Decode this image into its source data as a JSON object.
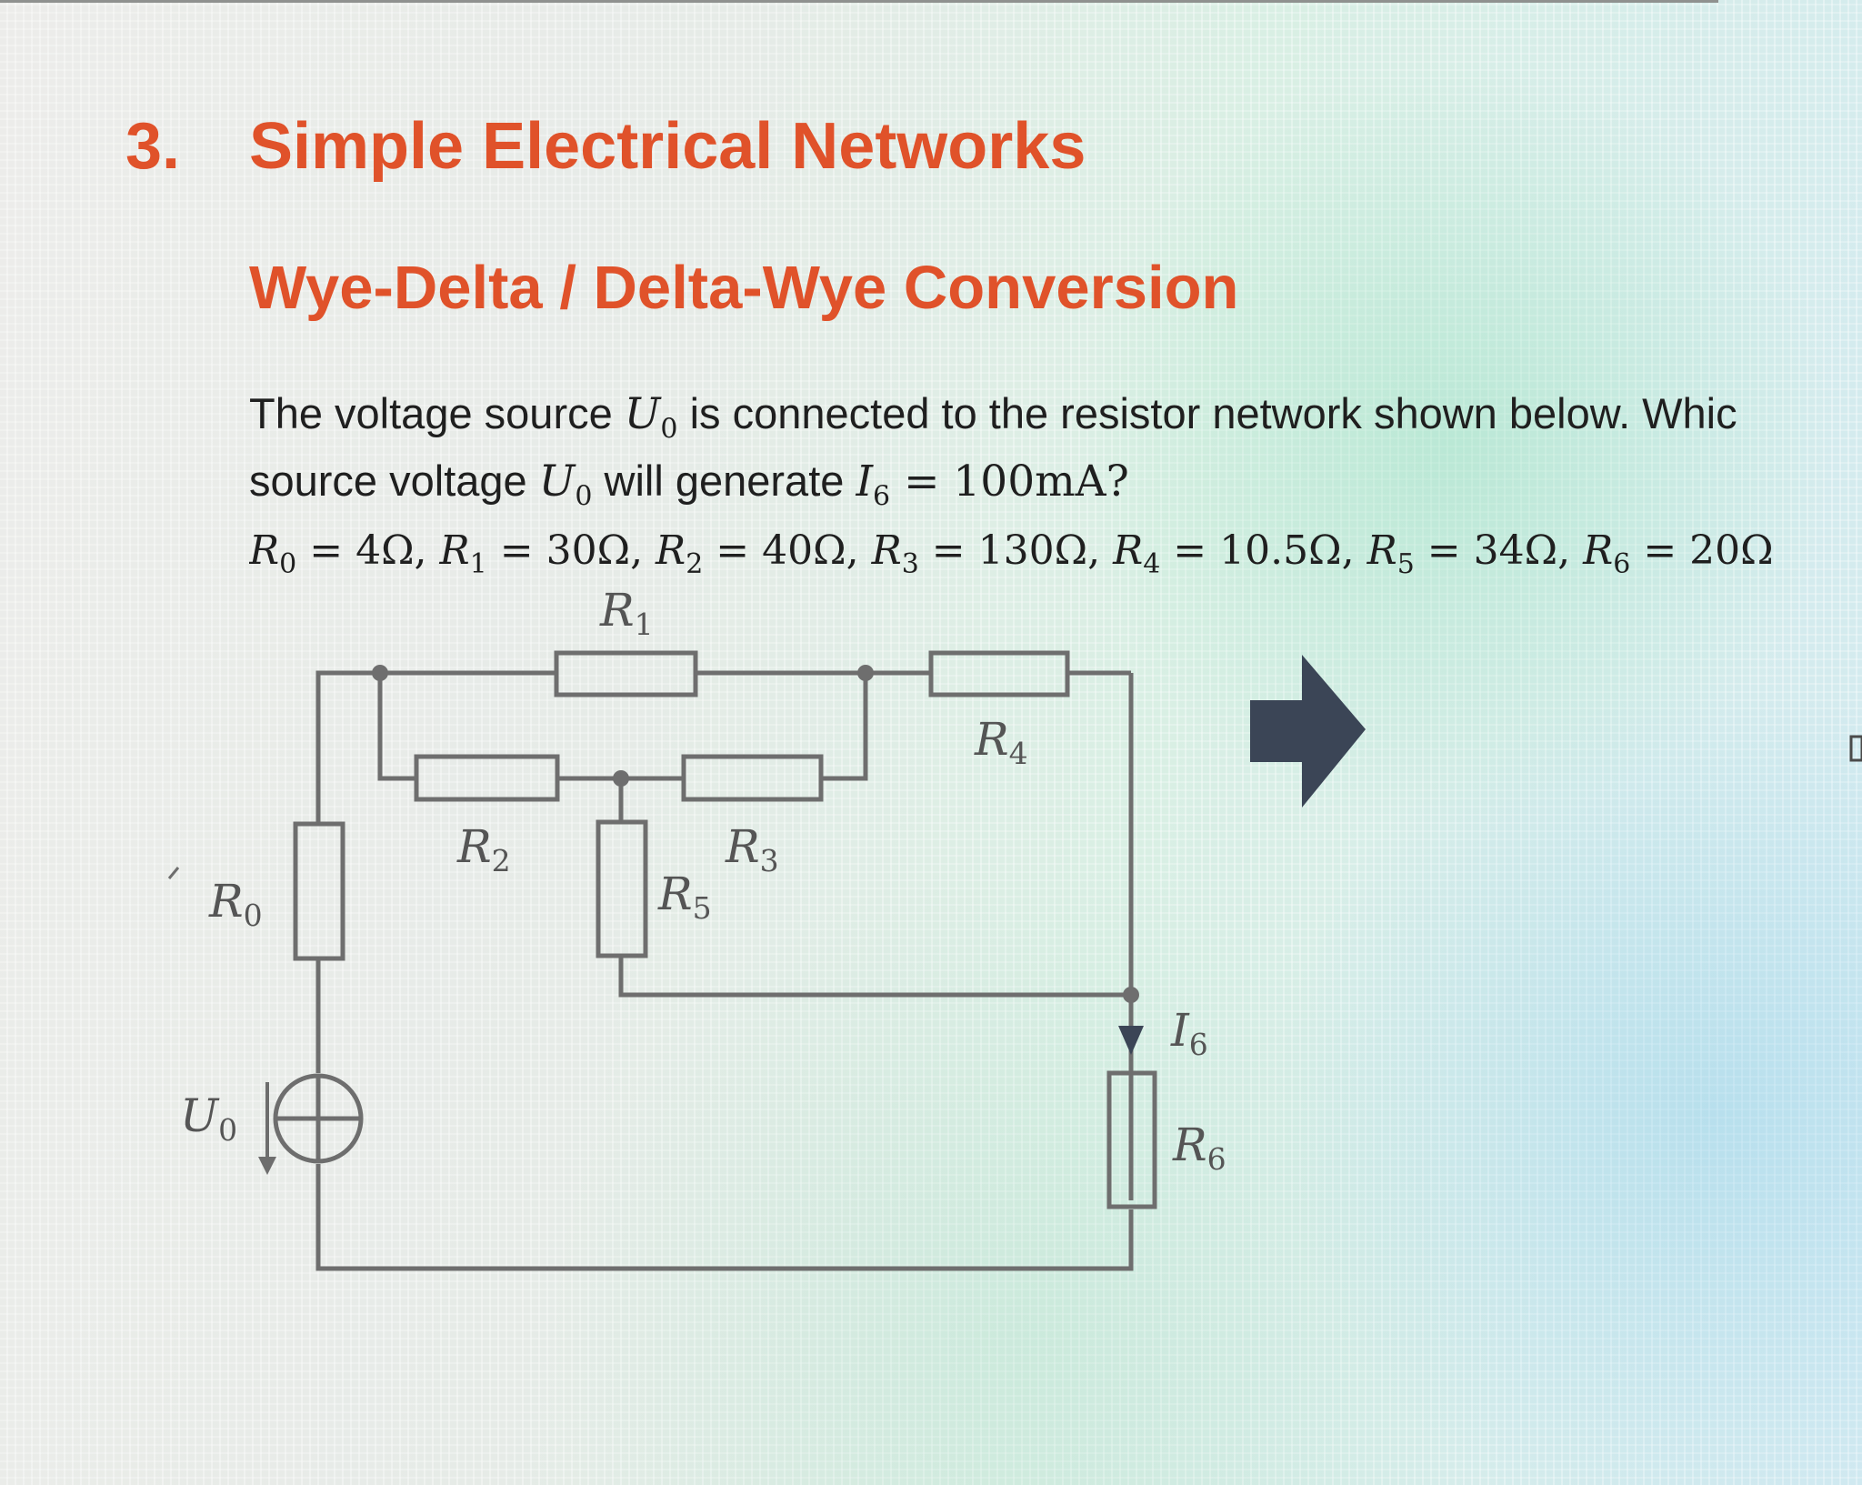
{
  "section": {
    "number": "3.",
    "title": "Simple Electrical Networks"
  },
  "subtitle": "Wye-Delta / Delta-Wye Conversion",
  "problem": {
    "line1_a": "The voltage source ",
    "line1_var": "U",
    "line1_var_sub": "0",
    "line1_b": " is connected to the resistor network shown below. Whic",
    "line2_a": "source voltage ",
    "line2_var": "U",
    "line2_var_sub": "0",
    "line2_b": " will generate ",
    "line2_current": "I",
    "line2_current_sub": "6",
    "line2_c": " = 100mA?",
    "given": [
      {
        "sym": "R",
        "sub": "0",
        "val": " = 4Ω, "
      },
      {
        "sym": "R",
        "sub": "1",
        "val": " = 30Ω, "
      },
      {
        "sym": "R",
        "sub": "2",
        "val": " = 40Ω, "
      },
      {
        "sym": "R",
        "sub": "3",
        "val": " = 130Ω, "
      },
      {
        "sym": "R",
        "sub": "4",
        "val": " = 10.5Ω, "
      },
      {
        "sym": "R",
        "sub": "5",
        "val": " = 34Ω, "
      },
      {
        "sym": "R",
        "sub": "6",
        "val": " = 20Ω"
      }
    ]
  },
  "circuit": {
    "labels": {
      "r0": {
        "sym": "R",
        "sub": "0"
      },
      "r1": {
        "sym": "R",
        "sub": "1"
      },
      "r2": {
        "sym": "R",
        "sub": "2"
      },
      "r3": {
        "sym": "R",
        "sub": "3"
      },
      "r4": {
        "sym": "R",
        "sub": "4"
      },
      "r5": {
        "sym": "R",
        "sub": "5"
      },
      "r6": {
        "sym": "R",
        "sub": "6"
      },
      "u0": {
        "sym": "U",
        "sub": "0"
      },
      "i6": {
        "sym": "I",
        "sub": "6"
      }
    },
    "wire_color": "#6e6e6e",
    "arrow_color": "#3b4556"
  }
}
